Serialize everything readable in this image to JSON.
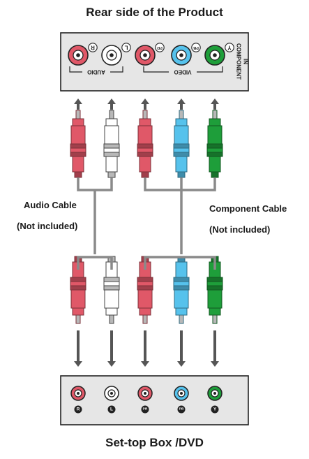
{
  "titles": {
    "rear": "Rear side of the Product",
    "source": "Set-top Box /DVD"
  },
  "cables": {
    "audio_label": "Audio Cable",
    "audio_note": "(Not included)",
    "component_label": "Component Cable",
    "component_note": "(Not included)"
  },
  "product_panel": {
    "name": "COMPONENT",
    "name2": "IN",
    "audio_group": "AUDIO",
    "video_group": "VIDEO",
    "jacks": [
      "R",
      "L",
      "PR",
      "PB",
      "Y"
    ]
  },
  "source_panel": {
    "jacks": [
      "R",
      "L",
      "PR",
      "PB",
      "Y"
    ]
  },
  "colors": {
    "red": "#e05868",
    "white": "#ffffff",
    "blue": "#56c2ec",
    "green": "#1e9e3a",
    "panel": "#e6e6e6",
    "wire": "#8a8a8a",
    "arrow": "#555555"
  }
}
